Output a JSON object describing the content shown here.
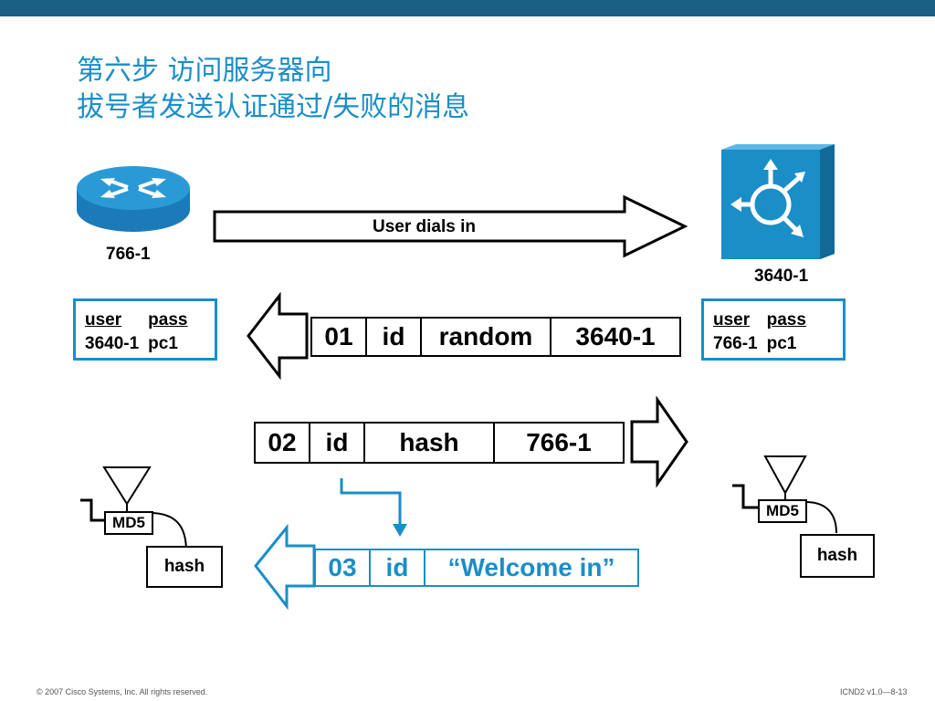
{
  "title": {
    "line1": "第六步 访问服务器向",
    "line2": "拔号者发送认证通过/失败的消息"
  },
  "router_left": {
    "label": "766-1",
    "icon": "router-icon"
  },
  "router_right": {
    "label": "3640-1",
    "icon": "access-server-icon"
  },
  "dial_arrow": {
    "label": "User dials in"
  },
  "cred_left": {
    "h_user": "user",
    "h_pass": "pass",
    "user": "3640-1",
    "pass": "pc1"
  },
  "cred_right": {
    "h_user": "user",
    "h_pass": "pass",
    "user": "766-1",
    "pass": "pc1"
  },
  "packet1": {
    "code": "01",
    "id": "id",
    "data": "random",
    "name": "3640-1"
  },
  "packet2": {
    "code": "02",
    "id": "id",
    "data": "hash",
    "name": "766-1"
  },
  "packet3": {
    "code": "03",
    "id": "id",
    "data": "“Welcome in”"
  },
  "md5_left": {
    "label": "MD5",
    "output": "hash"
  },
  "md5_right": {
    "label": "MD5",
    "output": "hash"
  },
  "footer": {
    "copyright": "© 2007 Cisco Systems, Inc. All rights reserved.",
    "course": "ICND2 v1.0—8-13"
  },
  "colors": {
    "accent": "#1a8ec7",
    "topbar": "#1b5f85"
  }
}
